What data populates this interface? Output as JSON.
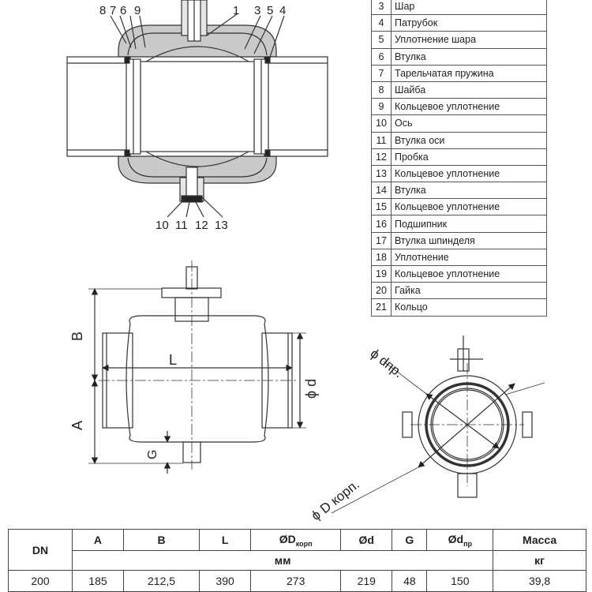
{
  "callouts_top": [
    "8",
    "7",
    "6",
    "9"
  ],
  "callouts_top_mid": [
    "1"
  ],
  "callouts_top_right": [
    "3",
    "5",
    "4"
  ],
  "callouts_bottom": [
    "10",
    "11",
    "12",
    "13"
  ],
  "dim_labels": {
    "B": "B",
    "A": "A",
    "L": "L",
    "G": "G",
    "d": "ϕ d",
    "dpr": "ϕ dпр.",
    "Dkorp": "ϕ D корп."
  },
  "parts": [
    {
      "n": "3",
      "name": "Шар"
    },
    {
      "n": "4",
      "name": "Патрубок"
    },
    {
      "n": "5",
      "name": "Уплотнение шара"
    },
    {
      "n": "6",
      "name": "Втулка"
    },
    {
      "n": "7",
      "name": "Тарельчатая пружина"
    },
    {
      "n": "8",
      "name": "Шайба"
    },
    {
      "n": "9",
      "name": "Кольцевое уплотнение"
    },
    {
      "n": "10",
      "name": "Ось"
    },
    {
      "n": "11",
      "name": "Втулка оси"
    },
    {
      "n": "12",
      "name": "Пробка"
    },
    {
      "n": "13",
      "name": "Кольцевое уплотнение"
    },
    {
      "n": "14",
      "name": "Втулка"
    },
    {
      "n": "15",
      "name": "Кольцевое уплотнение"
    },
    {
      "n": "16",
      "name": "Подшипник"
    },
    {
      "n": "17",
      "name": "Втулка шпинделя"
    },
    {
      "n": "18",
      "name": "Уплотнение"
    },
    {
      "n": "19",
      "name": "Кольцевое уплотнение"
    },
    {
      "n": "20",
      "name": "Гайка"
    },
    {
      "n": "21",
      "name": "Кольцо"
    }
  ],
  "table": {
    "dn": "DN",
    "headers": [
      {
        "main": "A",
        "sub": ""
      },
      {
        "main": "B",
        "sub": ""
      },
      {
        "main": "L",
        "sub": ""
      },
      {
        "main": "ØD",
        "sub": "корп"
      },
      {
        "main": "Ød",
        "sub": ""
      },
      {
        "main": "G",
        "sub": ""
      },
      {
        "main": "Ød",
        "sub": "пр"
      }
    ],
    "mass": "Масса",
    "unit_mm": "мм",
    "unit_kg": "кг",
    "row": [
      "200",
      "185",
      "212,5",
      "390",
      "273",
      "219",
      "48",
      "150",
      "39,8"
    ]
  }
}
